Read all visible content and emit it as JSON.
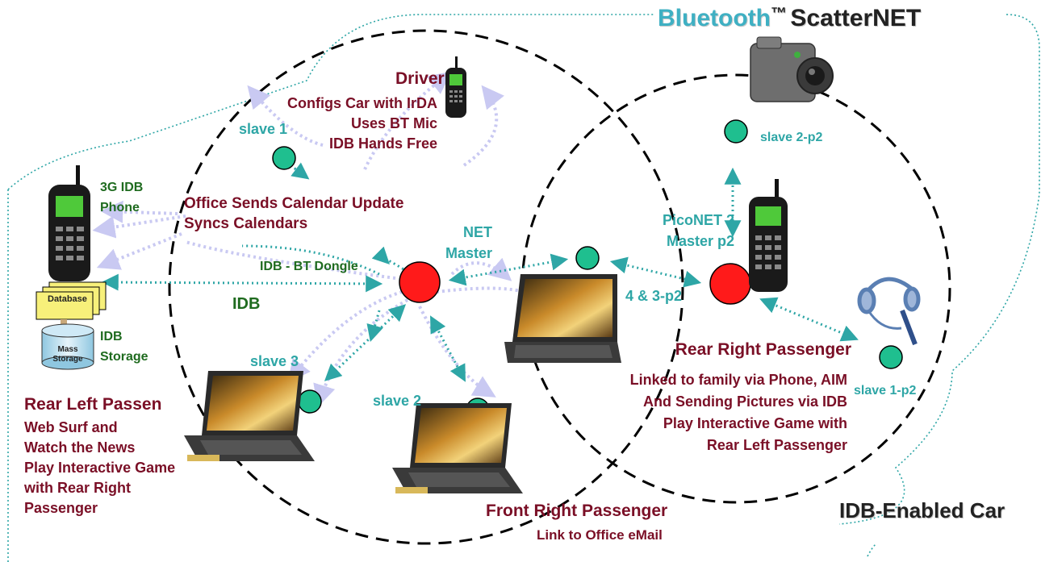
{
  "title": {
    "brand": "Bluetooth",
    "tm": "™",
    "rest": "ScatterNET"
  },
  "car_label": "IDB-Enabled Car",
  "driver": {
    "name": "Driver",
    "lines": [
      "Configs Car with IrDA",
      "Uses BT Mic",
      "IDB Hands Free"
    ]
  },
  "office_update": [
    "Office Sends Calendar Update",
    "Syncs Calendars"
  ],
  "phone_label": [
    "3G IDB",
    "Phone"
  ],
  "database_label": "Database",
  "mass_storage_label": [
    "Mass",
    "Storage"
  ],
  "idb_storage_label": [
    "IDB",
    "Storage"
  ],
  "idb_label": "IDB",
  "dongle_label": "IDB - BT Dongle",
  "piconet1_label": [
    "NET",
    "Master"
  ],
  "piconet2_label": [
    "PicoNET 2",
    "Master p2"
  ],
  "link_label": "4 & 3-p2",
  "slaves": {
    "slave1": "slave 1",
    "slave2": "slave 2",
    "slave3": "slave 3",
    "slave2p2": "slave 2-p2",
    "slave1p2": "slave 1-p2"
  },
  "rear_left": {
    "name": "Rear Left Passen",
    "lines": [
      "Web Surf and",
      "Watch  the News",
      "Play Interactive Game",
      "with Rear Right",
      "Passenger"
    ]
  },
  "rear_right": {
    "name": "Rear Right Passenger",
    "lines": [
      "Linked to family via Phone, AIM",
      "And Sending Pictures via IDB",
      "Play Interactive Game with",
      "Rear Left Passenger"
    ]
  },
  "front_right": {
    "name": "Front Right Passenger",
    "lines": [
      "Link to Office eMail"
    ]
  },
  "colors": {
    "maroon": "#7a0f26",
    "teal": "#2ea6a6",
    "slave_fill": "#1fbf8f",
    "master_fill": "#ff1a1a",
    "link_lavender": "#c9c9f2"
  },
  "icons": [
    "mobile-phone-icon",
    "laptop-icon",
    "digital-camera-icon",
    "headset-icon",
    "database-stack-icon",
    "mass-storage-cylinder-icon"
  ]
}
